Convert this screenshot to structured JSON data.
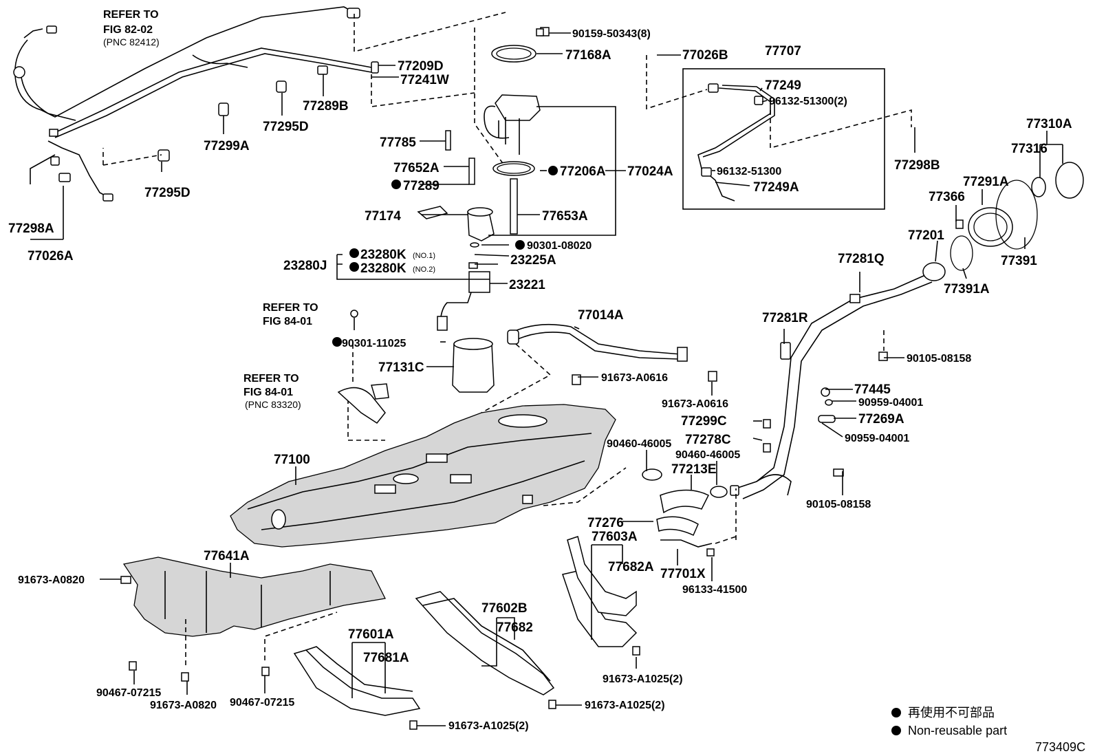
{
  "diagram": {
    "refer_notes": [
      "REFER TO",
      "FIG 82-02",
      "(PNC 82412)",
      "REFER TO",
      "FIG 84-01",
      "REFER TO",
      "FIG 84-01",
      "(PNC 83320)"
    ],
    "labels": [
      "90159-50343(8)",
      "77168A",
      "77026B",
      "77707",
      "77209D",
      "77241W",
      "77289B",
      "77295D",
      "77299A",
      "77249",
      "96132-51300(2)",
      "77785",
      "77652A",
      "77206A",
      "77024A",
      "77289",
      "96132-51300",
      "77249A",
      "77298B",
      "77310A",
      "77316",
      "77366",
      "77291A",
      "77201",
      "77391",
      "77391A",
      "77174",
      "77653A",
      "90301-08020",
      "23280J",
      "23280K",
      "(NO.1)",
      "23225A",
      "23280K",
      "(NO.2)",
      "23221",
      "77298A",
      "77026A",
      "77295D",
      "77281Q",
      "77281R",
      "90105-08158",
      "90301-11025",
      "77014A",
      "77131C",
      "91673-A0616",
      "91673-A0616",
      "77445",
      "90959-04001",
      "77299C",
      "77269A",
      "90959-04001",
      "77278C",
      "90460-46005",
      "90460-46005",
      "77213E",
      "77100",
      "90105-08158",
      "77276",
      "77603A",
      "77682A",
      "77701X",
      "96133-41500",
      "77641A",
      "91673-A0820",
      "77602B",
      "77682",
      "77601A",
      "77681A",
      "91673-A1025(2)",
      "90467-07215",
      "91673-A0820",
      "90467-07215",
      "91673-A1025(2)",
      "91673-A1025(2)"
    ],
    "legend": [
      "再使用不可部品",
      "Non-reusable part"
    ],
    "diagram_id": "773409C"
  }
}
